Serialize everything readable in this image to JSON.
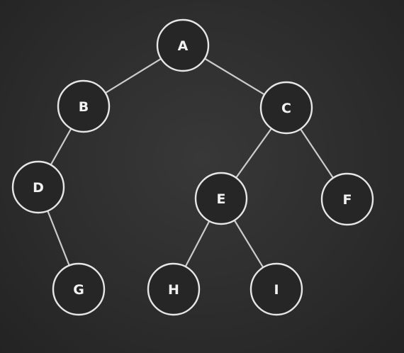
{
  "tree": {
    "nodes": [
      {
        "id": "A",
        "label": "A"
      },
      {
        "id": "B",
        "label": "B"
      },
      {
        "id": "C",
        "label": "C"
      },
      {
        "id": "D",
        "label": "D"
      },
      {
        "id": "E",
        "label": "E"
      },
      {
        "id": "F",
        "label": "F"
      },
      {
        "id": "G",
        "label": "G"
      },
      {
        "id": "H",
        "label": "H"
      },
      {
        "id": "I",
        "label": "I"
      }
    ],
    "edges": [
      {
        "from": "A",
        "to": "B"
      },
      {
        "from": "A",
        "to": "C"
      },
      {
        "from": "B",
        "to": "D"
      },
      {
        "from": "D",
        "to": "G"
      },
      {
        "from": "C",
        "to": "E"
      },
      {
        "from": "C",
        "to": "F"
      },
      {
        "from": "E",
        "to": "H"
      },
      {
        "from": "E",
        "to": "I"
      }
    ]
  },
  "colors": {
    "background": "#2e2e2e",
    "stroke": "#e6e6e6",
    "text": "#f2f2f2"
  }
}
